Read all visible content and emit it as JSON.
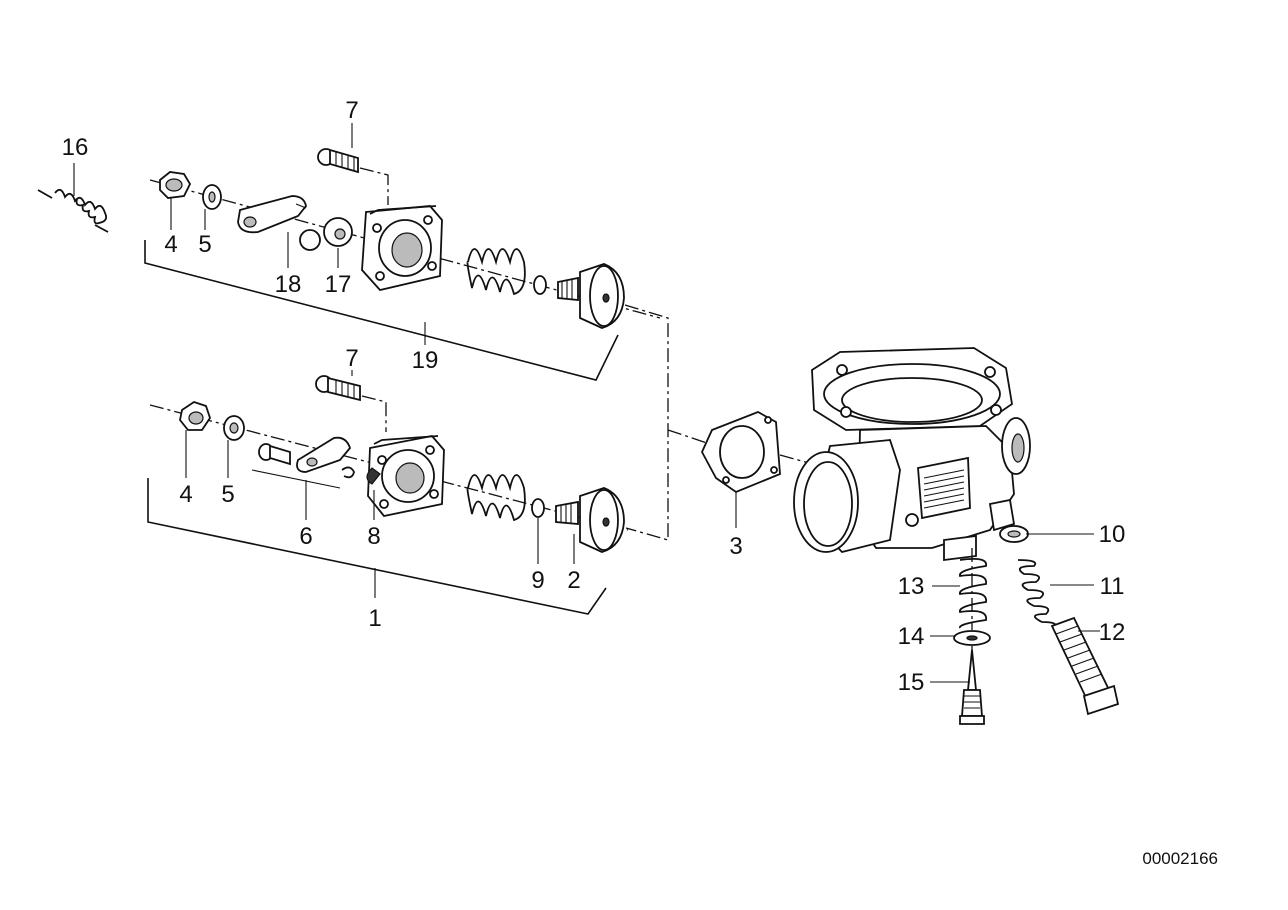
{
  "diagram": {
    "document_number": "00002166",
    "callouts": {
      "c16": "16",
      "c7a": "7",
      "c4a": "4",
      "c5a": "5",
      "c18": "18",
      "c17": "17",
      "c19": "19",
      "c7b": "7",
      "c4b": "4",
      "c5b": "5",
      "c6": "6",
      "c8": "8",
      "c9": "9",
      "c2": "2",
      "c1": "1",
      "c3": "3",
      "c10": "10",
      "c11": "11",
      "c12": "12",
      "c13": "13",
      "c14": "14",
      "c15": "15"
    }
  }
}
